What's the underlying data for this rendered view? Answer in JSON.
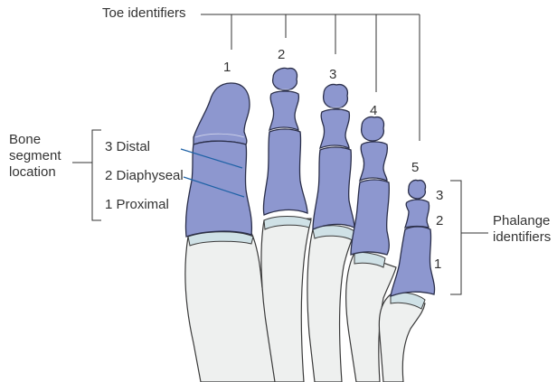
{
  "diagram": {
    "toe_header": "Toe identifiers",
    "toe_numbers": [
      "1",
      "2",
      "3",
      "4",
      "5"
    ],
    "bone_segment_label": [
      "Bone",
      "segment",
      "location"
    ],
    "segment_items": [
      "3 Distal",
      "2 Diaphyseal",
      "1 Proximal"
    ],
    "phalange_numbers": [
      "3",
      "2",
      "1"
    ],
    "phalange_label": [
      "Phalange",
      "identifiers"
    ]
  },
  "colors": {
    "phalanx_fill": "#8d97cf",
    "phalanx_stroke": "#2b2f4a",
    "metatarsal_fill": "#eef0ef",
    "cartilage_fill": "#cfe1e6",
    "leader_line": "#333333",
    "pointer_line": "#1e62a6"
  }
}
